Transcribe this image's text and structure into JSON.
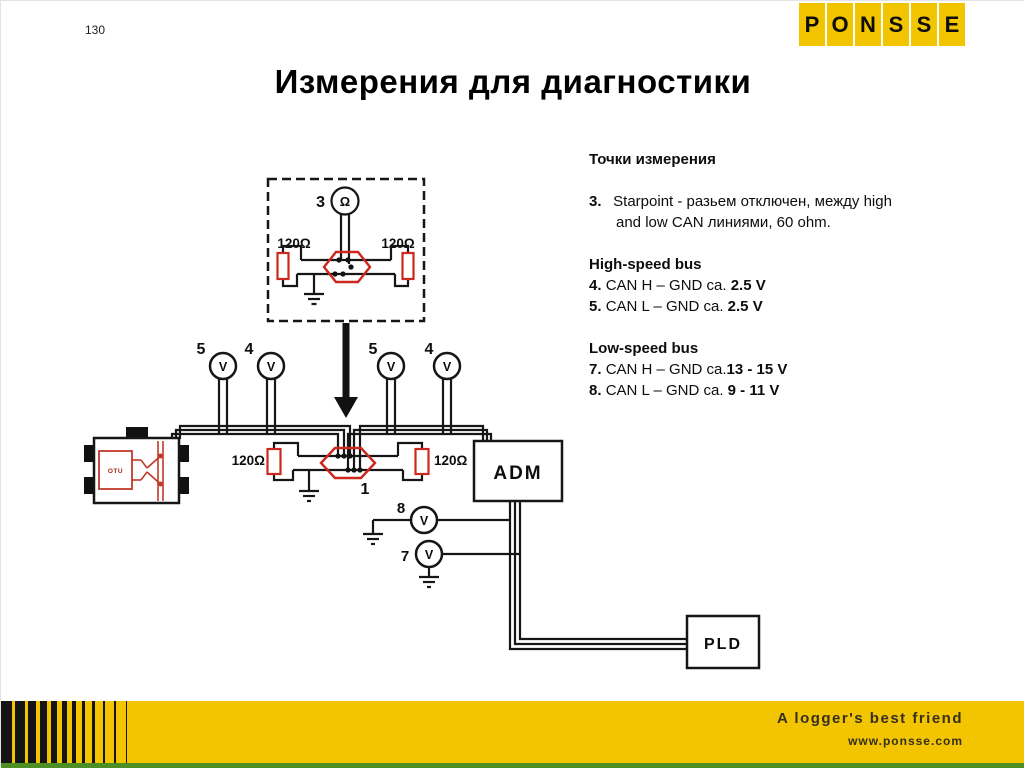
{
  "page": {
    "number": "130",
    "title": "Измерения для диагностики"
  },
  "logo": {
    "letters": [
      "P",
      "O",
      "N",
      "S",
      "S",
      "E"
    ],
    "tile_color": "#f2c500"
  },
  "notes": {
    "heading": "Точки измерения",
    "item3": {
      "num": "3.",
      "line1": "Starpoint - разьем отключен, между high",
      "line2": "and low CAN линиями, 60 ohm."
    },
    "high_speed": {
      "heading": "High-speed bus",
      "item4": {
        "num": "4.",
        "text": "CAN H – GND ca. ",
        "value": "2.5 V"
      },
      "item5": {
        "num": "5.",
        "text": "CAN L – GND ca. ",
        "value": "2.5 V"
      }
    },
    "low_speed": {
      "heading": "Low-speed bus",
      "item7": {
        "num": "7.",
        "text": "CAN H – GND ca.",
        "value": "13 - 15 V"
      },
      "item8": {
        "num": "8.",
        "text": "CAN L – GND ca. ",
        "value": "9 - 11 V"
      }
    }
  },
  "diagram": {
    "starpoint_number": "3",
    "ohm_symbol": "Ω",
    "volt_symbol": "V",
    "resistor_value": "120Ω",
    "meter_numbers": [
      "5",
      "4",
      "5",
      "4"
    ],
    "connector_number": "1",
    "meter8_number": "8",
    "meter7_number": "7",
    "otu_label": "OTU",
    "adm_label": "ADM",
    "pld_label": "PLD",
    "wire_color": "#161616",
    "highlight_color": "#cc281e"
  },
  "footer": {
    "tagline": "A logger's best friend",
    "website": "www.ponsse.com",
    "bar_color": "#f2c500"
  }
}
